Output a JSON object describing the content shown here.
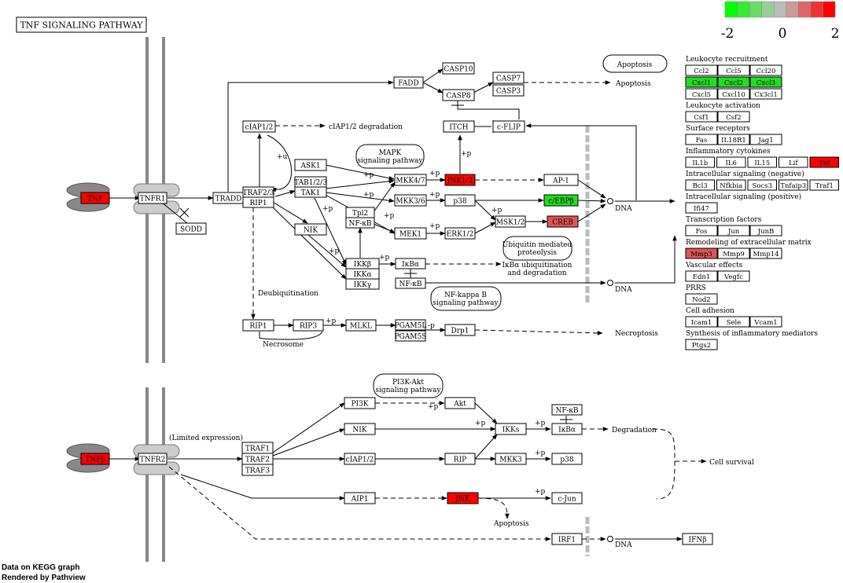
{
  "title": "TNF SIGNALING PATHWAY",
  "legend": {
    "colors": [
      "#00ff00",
      "#33ee33",
      "#66dd66",
      "#99cc99",
      "#bbbbbb",
      "#cc9999",
      "#dd6666",
      "#ee3333",
      "#ff0000"
    ],
    "labels": [
      "-2",
      "0",
      "2"
    ]
  },
  "footer": [
    "Data on KEGG graph",
    "Rendered by Pathview"
  ],
  "colors": {
    "up": "#ff0000",
    "mid_up": "#dd5555",
    "down": "#22dd22",
    "neutral": "#ffffff"
  },
  "nodes": {
    "tnf": "TNF",
    "tnfr1": "TNFR1",
    "sodd": "SODD",
    "tradd": "TRADD",
    "traf23": "TRAF2/3",
    "rip1": "RIP1",
    "fadd": "FADD",
    "casp10": "CASP10",
    "casp8": "CASP8",
    "casp7": "CASP7",
    "casp3": "CASP3",
    "ciap12": "cIAP1/2",
    "itch": "ITCH",
    "cflip": "c-FLIP",
    "ask1": "ASK1",
    "tab13": "TAB1/2/3",
    "tak1": "TAK1",
    "mkk47": "MKK4/7",
    "jnk12": "JNK1/2",
    "ap1": "AP-1",
    "mkk36": "MKK3/6",
    "p38": "p38",
    "cebpb": "c/EBPβ",
    "tpl2": "Tpl2",
    "nfkb_a": "NF-κB",
    "mek1": "MEK1",
    "erk12": "ERK1/2",
    "msk12": "MSK1/2",
    "creb": "CREB",
    "nik": "NIK",
    "ikkb": "IKKβ",
    "ikka": "IKKα",
    "ikkg": "IKKγ",
    "ikba": "IκBα",
    "nfkb_b": "NF-κB",
    "rip1b": "RIP1",
    "rip3": "RIP3",
    "mlkl": "MLKL",
    "pgam5l": "PGAM5L",
    "pgam5s": "PGAM5S",
    "drp1": "Drp1",
    "tnfb": "TNFβ",
    "tnfr2": "TNFR2",
    "traf1": "TRAF1",
    "traf2": "TRAF2",
    "traf3": "TRAF3",
    "pi3k": "PI3K",
    "akt": "Akt",
    "nik2": "NIK",
    "ikks": "IKKs",
    "nfkb_c": "NF-κB",
    "ikba2": "IκBα",
    "ciap12b": "cIAP1/2",
    "rip": "RIP",
    "mkk3": "MKK3",
    "p38b": "p38",
    "aip1": "AIP1",
    "jnk": "JNK",
    "cjun": "c-Jun",
    "irf1": "IRF1",
    "ifnb": "IFNβ"
  },
  "pathway_refs": {
    "apoptosis": "Apoptosis",
    "mapk": [
      "MAPK",
      "signaling pathway"
    ],
    "ubiquitin": [
      "Ubiquitin mediated",
      "proteolysis"
    ],
    "nfkb": [
      "NF-kappa B",
      "signaling pathway"
    ],
    "pi3k": [
      "PI3K-Akt",
      "signaling pathway"
    ]
  },
  "labels": {
    "apoptosis_out": "Apoptosis",
    "ciap_deg": "cIAP1/2 degradation",
    "ikba_deg": [
      "IκBα ubiquitination",
      "and degradation"
    ],
    "deubiq": "Deubiquitination",
    "necrosome": "Necrosome",
    "necroptosis": "Necroptosis",
    "dna1": "DNA",
    "dna2": "DNA",
    "dna3": "DNA",
    "limited": "(Limited expression)",
    "degradation": "Degradation",
    "cell_survival": "Cell survival",
    "apoptosis_jnk": "Apoptosis",
    "plus_u": "+u",
    "plus_p": "+p",
    "minus_p": "-p"
  },
  "right_panel": [
    {
      "header": "Leukocyte recruitment",
      "rows": [
        [
          {
            "t": "Ccl2",
            "c": "w"
          },
          {
            "t": "Ccl5",
            "c": "w"
          },
          {
            "t": "Ccl20",
            "c": "w"
          }
        ],
        [
          {
            "t": "Cxcl1",
            "c": "g"
          },
          {
            "t": "Cxcl2",
            "c": "g"
          },
          {
            "t": "Cxcl3",
            "c": "g"
          }
        ],
        [
          {
            "t": "Cxcl5",
            "c": "w"
          },
          {
            "t": "Cxcl10",
            "c": "w"
          },
          {
            "t": "Cx3cl1",
            "c": "w"
          }
        ]
      ]
    },
    {
      "header": "Leukocyte activation",
      "rows": [
        [
          {
            "t": "Csf1",
            "c": "w"
          },
          {
            "t": "Csf2",
            "c": "w"
          }
        ]
      ]
    },
    {
      "header": "Surface receptors",
      "rows": [
        [
          {
            "t": "Fas",
            "c": "w"
          },
          {
            "t": "IL18R1",
            "c": "w"
          },
          {
            "t": "Jag1",
            "c": "w"
          }
        ]
      ]
    },
    {
      "header": "Inflammatory cytokines",
      "rows": [
        [
          {
            "t": "IL1b",
            "c": "w"
          },
          {
            "t": "IL6",
            "c": "w"
          },
          {
            "t": "IL15",
            "c": "w"
          },
          {
            "t": "Lif",
            "c": "w"
          },
          {
            "t": "Tnf",
            "c": "r"
          }
        ]
      ]
    },
    {
      "header": "Intracellular signaling (negative)",
      "rows": [
        [
          {
            "t": "Bcl3",
            "c": "w"
          },
          {
            "t": "Nfkbia",
            "c": "w"
          },
          {
            "t": "Socs3",
            "c": "w"
          },
          {
            "t": "Tnfaip3",
            "c": "w"
          },
          {
            "t": "Traf1",
            "c": "w"
          }
        ]
      ]
    },
    {
      "header": "Intracellular signaling (positive)",
      "rows": [
        [
          {
            "t": "Ifi47",
            "c": "w"
          }
        ]
      ]
    },
    {
      "header": "Transcription factors",
      "rows": [
        [
          {
            "t": "Fos",
            "c": "w"
          },
          {
            "t": "Jun",
            "c": "w"
          },
          {
            "t": "JunB",
            "c": "w"
          }
        ]
      ]
    },
    {
      "header": "Remodeling of extracellular matrix",
      "rows": [
        [
          {
            "t": "Mmp3",
            "c": "m"
          },
          {
            "t": "Mmp9",
            "c": "w"
          },
          {
            "t": "Mmp14",
            "c": "w"
          }
        ]
      ]
    },
    {
      "header": "Vascular effects",
      "rows": [
        [
          {
            "t": "Edn1",
            "c": "w"
          },
          {
            "t": "Vegfc",
            "c": "w"
          }
        ]
      ]
    },
    {
      "header": "PRRS",
      "rows": [
        [
          {
            "t": "Nod2",
            "c": "w"
          }
        ]
      ]
    },
    {
      "header": "Cell adhesion",
      "rows": [
        [
          {
            "t": "Icam1",
            "c": "w"
          },
          {
            "t": "Sele",
            "c": "w"
          },
          {
            "t": "Vcam1",
            "c": "w"
          }
        ]
      ]
    },
    {
      "header": "Synthesis of inflammatory mediators",
      "rows": [
        [
          {
            "t": "Ptgs2",
            "c": "w"
          }
        ]
      ]
    }
  ]
}
